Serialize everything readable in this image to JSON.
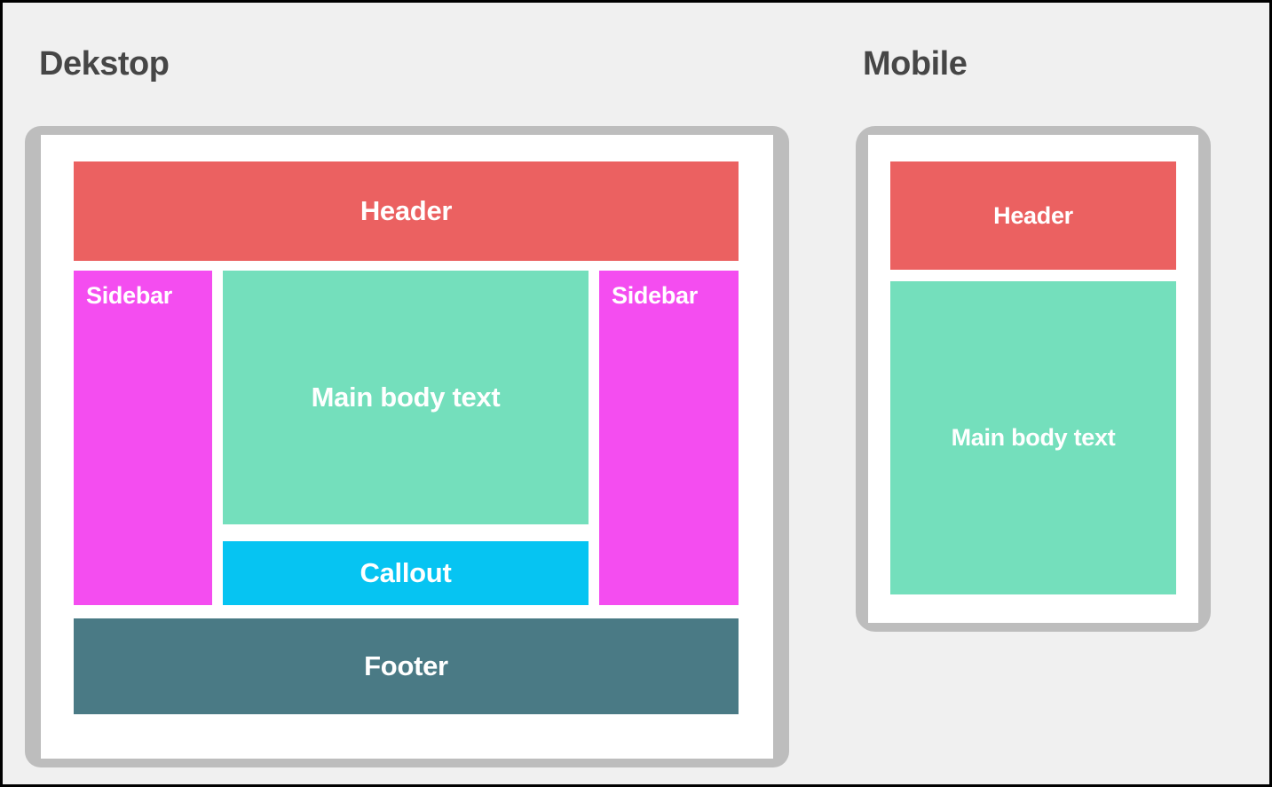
{
  "canvas": {
    "background_color": "#f0f0f0",
    "border_color": "#000000"
  },
  "palette": {
    "header": "#eb6161",
    "main_body": "#74dfbc",
    "sidebar": "#f44df0",
    "callout": "#06c4f2",
    "footer": "#4a7a85",
    "frame_bezel": "#bdbdbd",
    "screen": "#ffffff",
    "title_text": "#464646",
    "block_text": "#ffffff"
  },
  "sections": {
    "desktop": {
      "title": "Dekstop",
      "blocks": {
        "header": "Header",
        "sidebar_left": "Sidebar",
        "main_body": "Main body text",
        "callout": "Callout",
        "sidebar_right": "Sidebar",
        "footer": "Footer"
      }
    },
    "mobile": {
      "title": "Mobile",
      "blocks": {
        "header": "Header",
        "main_body": "Main body text"
      }
    }
  }
}
